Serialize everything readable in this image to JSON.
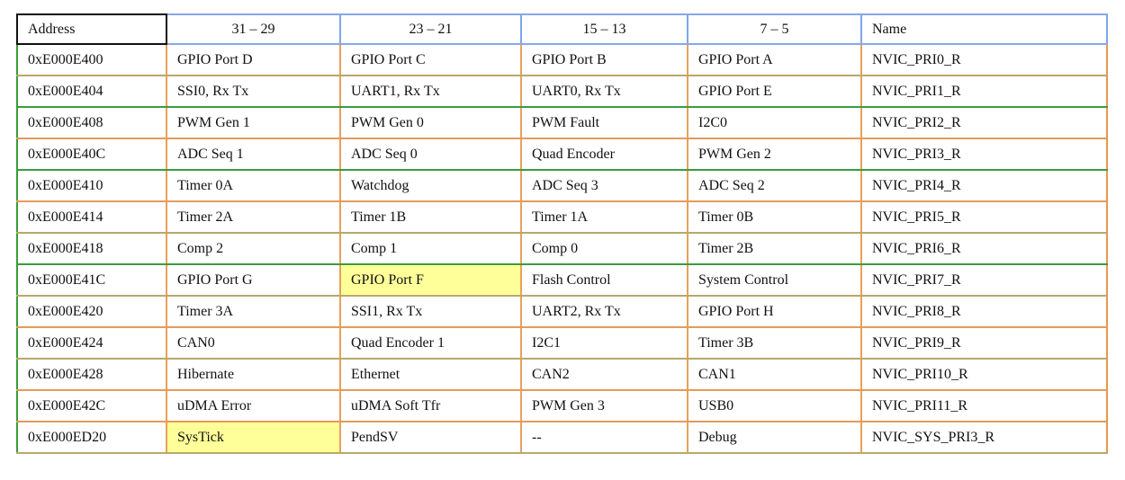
{
  "table": {
    "headers": [
      "Address",
      "31 – 29",
      "23 – 21",
      "15 – 13",
      "7 – 5",
      "Name"
    ],
    "rows": [
      [
        "0xE000E400",
        "GPIO Port D",
        "GPIO Port C",
        "GPIO Port B",
        "GPIO Port A",
        "NVIC_PRI0_R"
      ],
      [
        "0xE000E404",
        "SSI0, Rx Tx",
        "UART1, Rx Tx",
        "UART0, Rx Tx",
        "GPIO Port E",
        "NVIC_PRI1_R"
      ],
      [
        "0xE000E408",
        "PWM Gen 1",
        "PWM Gen 0",
        "PWM Fault",
        "I2C0",
        "NVIC_PRI2_R"
      ],
      [
        "0xE000E40C",
        "ADC Seq 1",
        "ADC Seq 0",
        "Quad Encoder",
        "PWM Gen 2",
        "NVIC_PRI3_R"
      ],
      [
        "0xE000E410",
        "Timer 0A",
        "Watchdog",
        "ADC Seq 3",
        "ADC Seq 2",
        "NVIC_PRI4_R"
      ],
      [
        "0xE000E414",
        "Timer 2A",
        "Timer 1B",
        "Timer 1A",
        "Timer 0B",
        "NVIC_PRI5_R"
      ],
      [
        "0xE000E418",
        "Comp 2",
        "Comp 1",
        "Comp 0",
        "Timer 2B",
        "NVIC_PRI6_R"
      ],
      [
        "0xE000E41C",
        "GPIO Port G",
        "GPIO Port F",
        "Flash Control",
        "System Control",
        "NVIC_PRI7_R"
      ],
      [
        "0xE000E420",
        "Timer 3A",
        "SSI1, Rx Tx",
        "UART2, Rx Tx",
        "GPIO Port H",
        "NVIC_PRI8_R"
      ],
      [
        "0xE000E424",
        "CAN0",
        "Quad Encoder 1",
        "I2C1",
        "Timer 3B",
        "NVIC_PRI9_R"
      ],
      [
        "0xE000E428",
        "Hibernate",
        "Ethernet",
        "CAN2",
        "CAN1",
        "NVIC_PRI10_R"
      ],
      [
        "0xE000E42C",
        "uDMA Error",
        "uDMA Soft Tfr",
        "PWM Gen 3",
        "USB0",
        "NVIC_PRI11_R"
      ],
      [
        "0xE000ED20",
        "SysTick",
        "PendSV",
        "--",
        "Debug",
        "NVIC_SYS_PRI3_R"
      ]
    ],
    "highlight_color": "#ffff99",
    "highlighted_cells": [
      "GPIO Port F",
      "SysTick"
    ]
  }
}
